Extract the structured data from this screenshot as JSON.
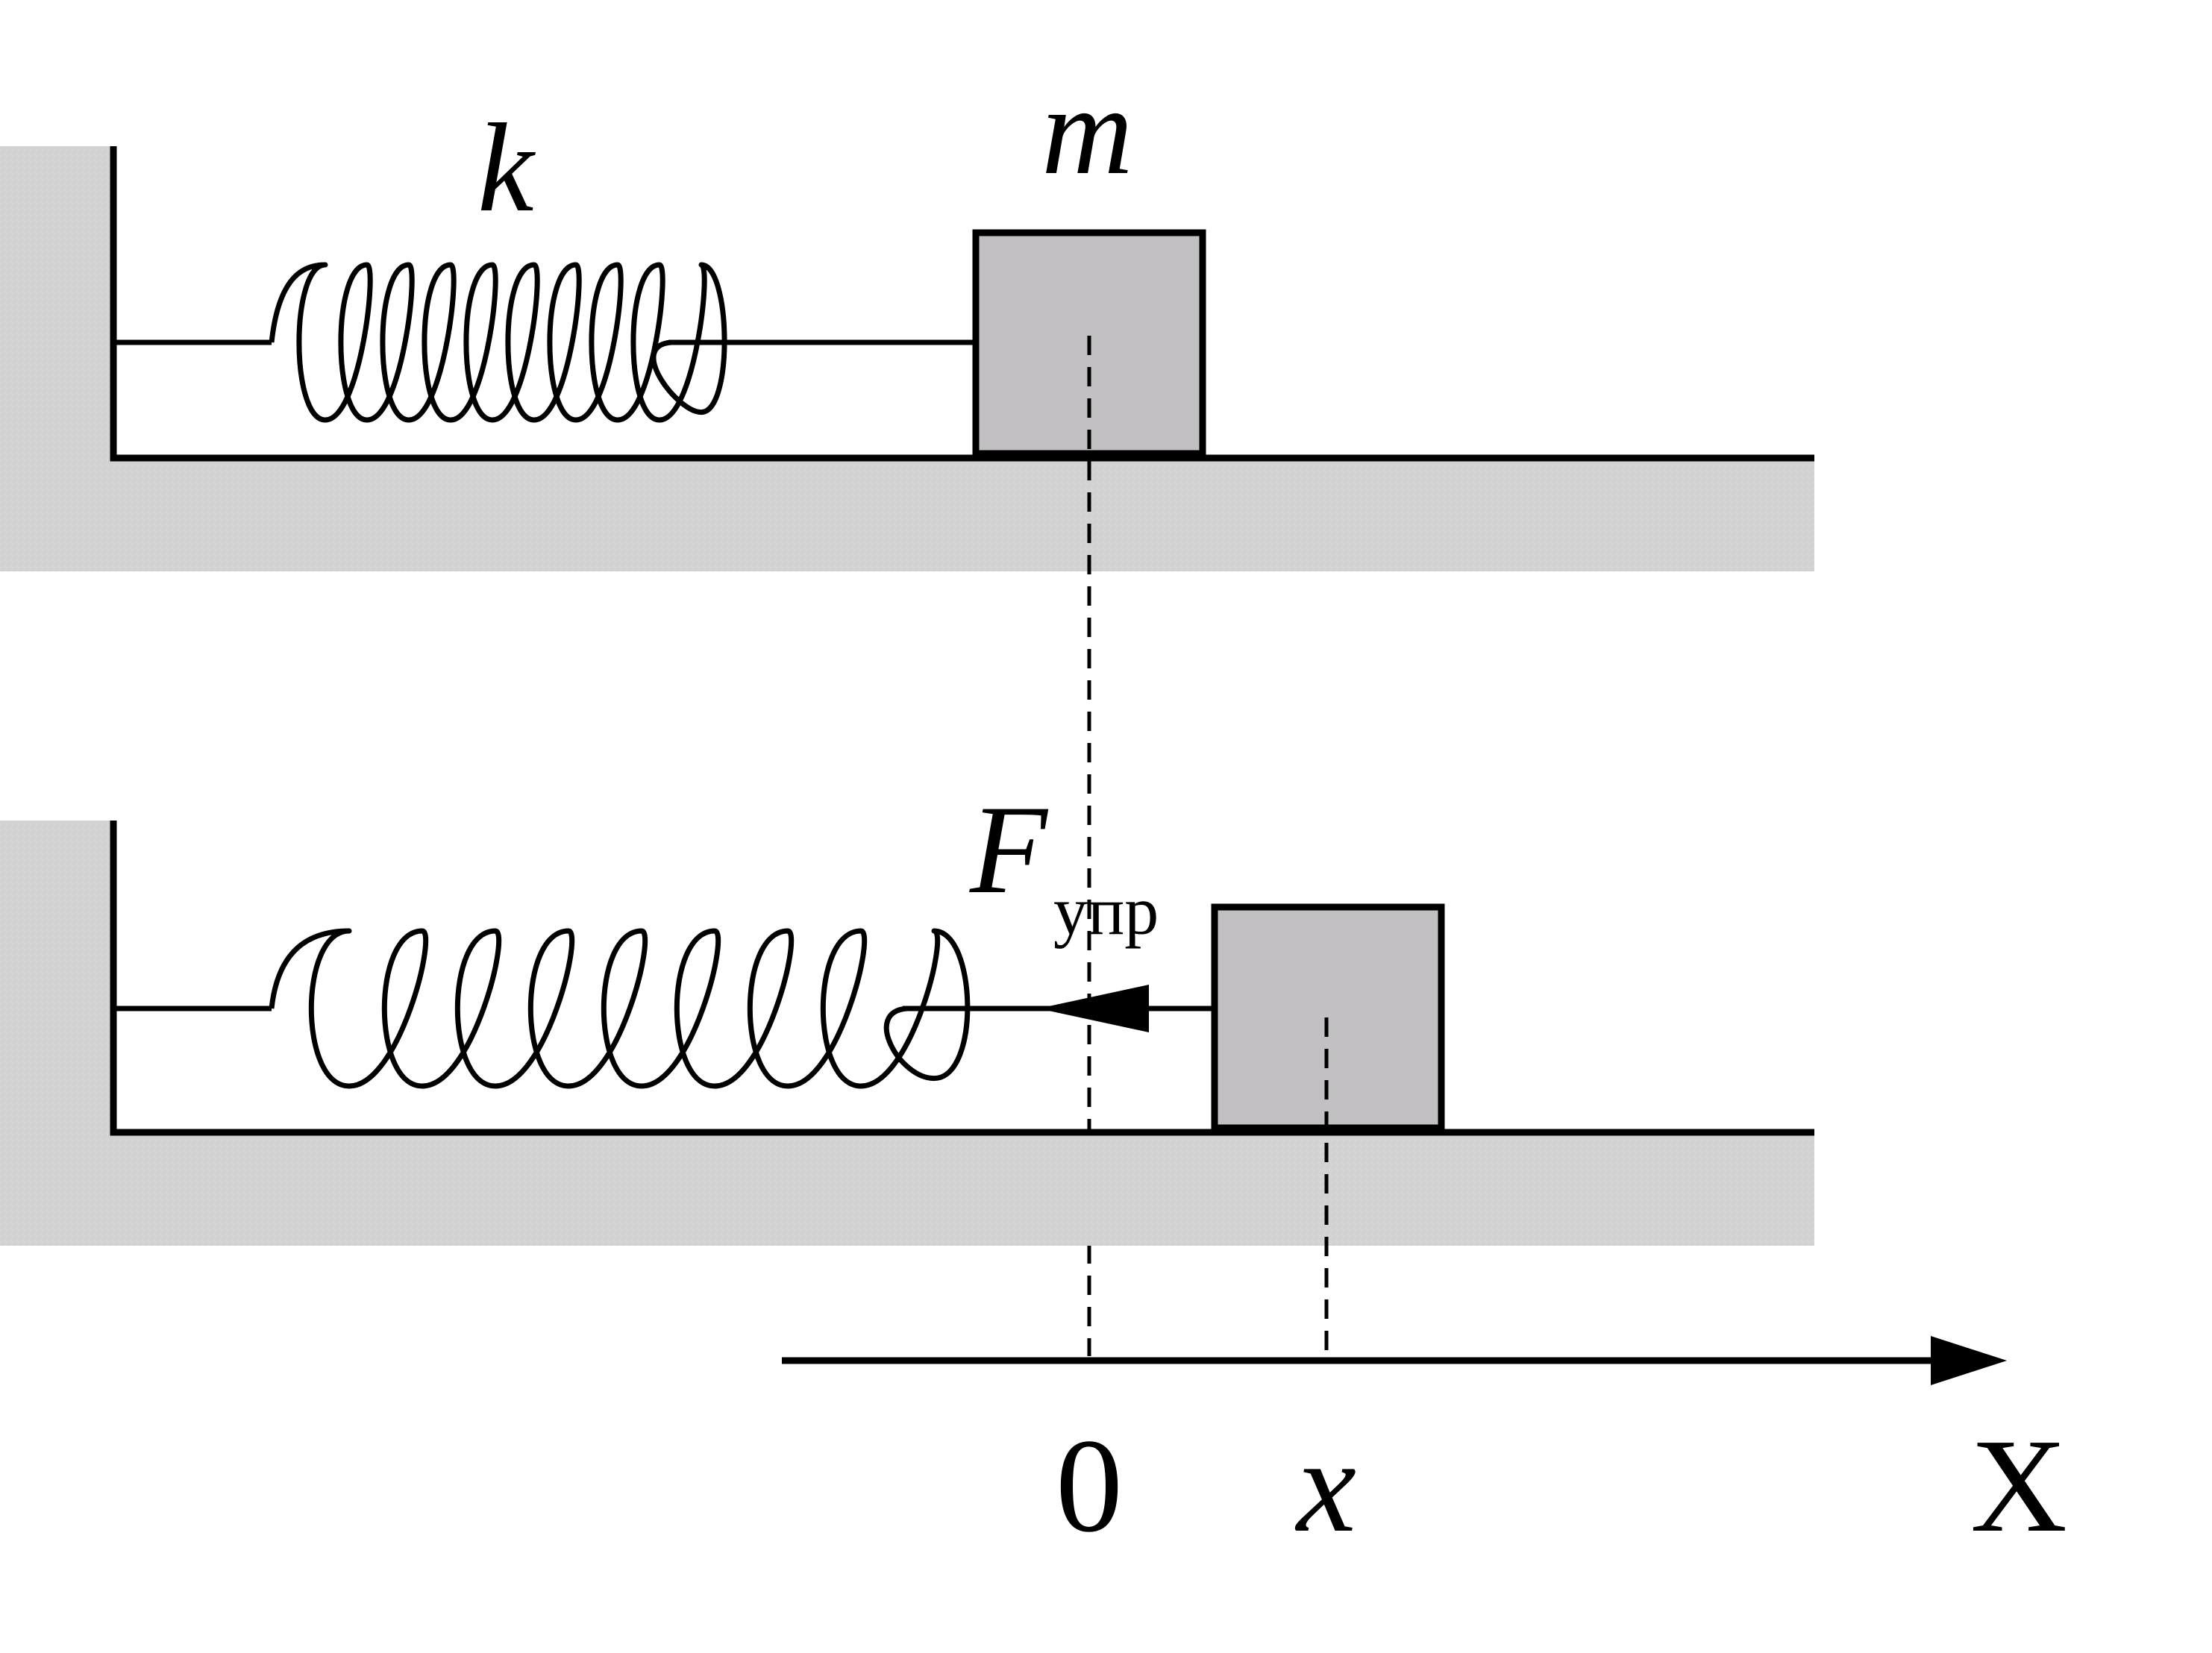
{
  "colors": {
    "ink": "#000000",
    "ground": "#d3d3d3",
    "block": "#c2c0c2",
    "background": "#ffffff"
  },
  "labels": {
    "spring_constant": "k",
    "mass": "m",
    "force_symbol": "F",
    "force_subscript": "упр",
    "origin": "0",
    "displacement": "x",
    "axis": "X"
  }
}
